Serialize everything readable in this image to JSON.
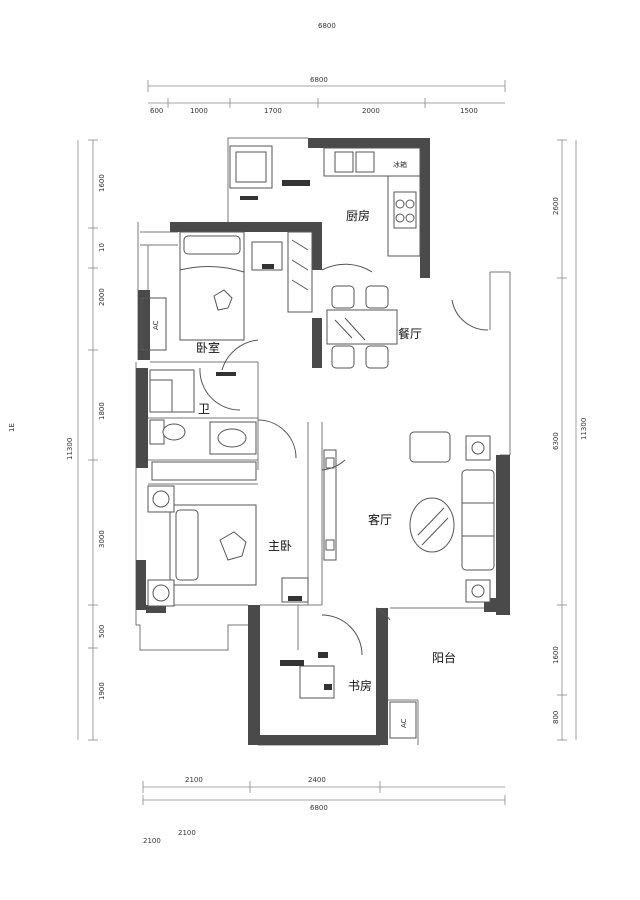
{
  "rooms": {
    "kitchen": "厨房",
    "dining": "餐厅",
    "bedroom": "卧室",
    "bathroom": "卫",
    "living": "客厅",
    "master": "主卧",
    "study": "书房",
    "balcony": "阳台"
  },
  "top_dims": {
    "header": "6800",
    "total": "6800",
    "segments": [
      "600",
      "1000",
      "1700",
      "2000",
      "1500"
    ]
  },
  "bottom_dims": {
    "total": "6800",
    "segments": [
      "2100",
      "2400"
    ],
    "extra": [
      "2100",
      "2100"
    ]
  },
  "left_dims": {
    "total": "11300",
    "segments": [
      "1600",
      "10",
      "2000",
      "1800",
      "3000",
      "500",
      "1900"
    ]
  },
  "right_dims": {
    "total": "11300",
    "segments": [
      "2600",
      "6300",
      "1600",
      "800"
    ]
  },
  "labels": {
    "ac": "AC",
    "left_mark": "1E",
    "kitchen_small": "冰箱"
  }
}
